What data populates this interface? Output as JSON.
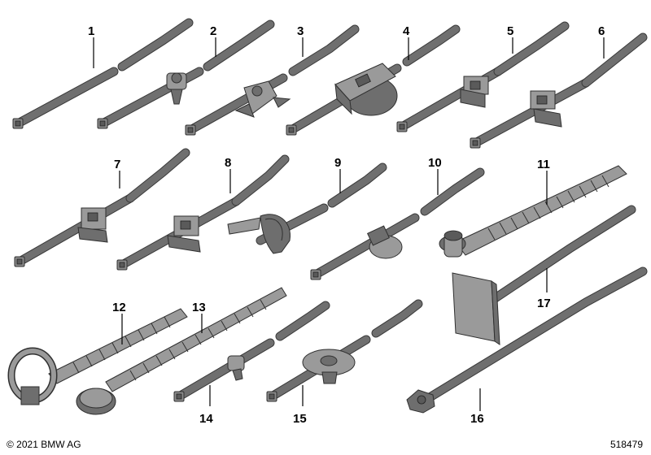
{
  "diagram": {
    "items": [
      {
        "label": "1"
      },
      {
        "label": "2"
      },
      {
        "label": "3"
      },
      {
        "label": "4"
      },
      {
        "label": "5"
      },
      {
        "label": "6"
      },
      {
        "label": "7"
      },
      {
        "label": "8"
      },
      {
        "label": "9"
      },
      {
        "label": "10"
      },
      {
        "label": "11"
      },
      {
        "label": "12"
      },
      {
        "label": "13"
      },
      {
        "label": "14"
      },
      {
        "label": "15"
      },
      {
        "label": "16"
      },
      {
        "label": "17"
      }
    ]
  },
  "footer": {
    "copyright": "© 2021 BMW AG",
    "reference": "518479"
  }
}
